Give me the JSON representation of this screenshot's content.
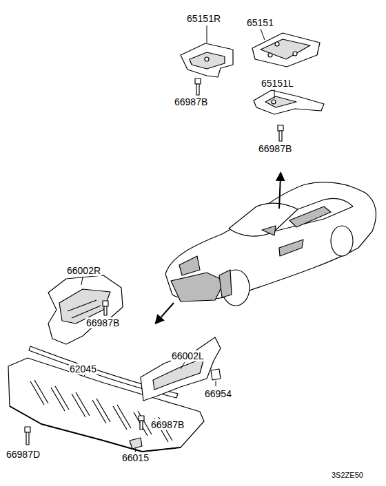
{
  "diagram": {
    "labels": [
      "65151R",
      "65151",
      "65151L",
      "66987B",
      "66987B",
      "66002R",
      "66987B",
      "66002L",
      "62045",
      "66954",
      "66987B",
      "66987D",
      "66015",
      "3S2ZE50"
    ]
  }
}
